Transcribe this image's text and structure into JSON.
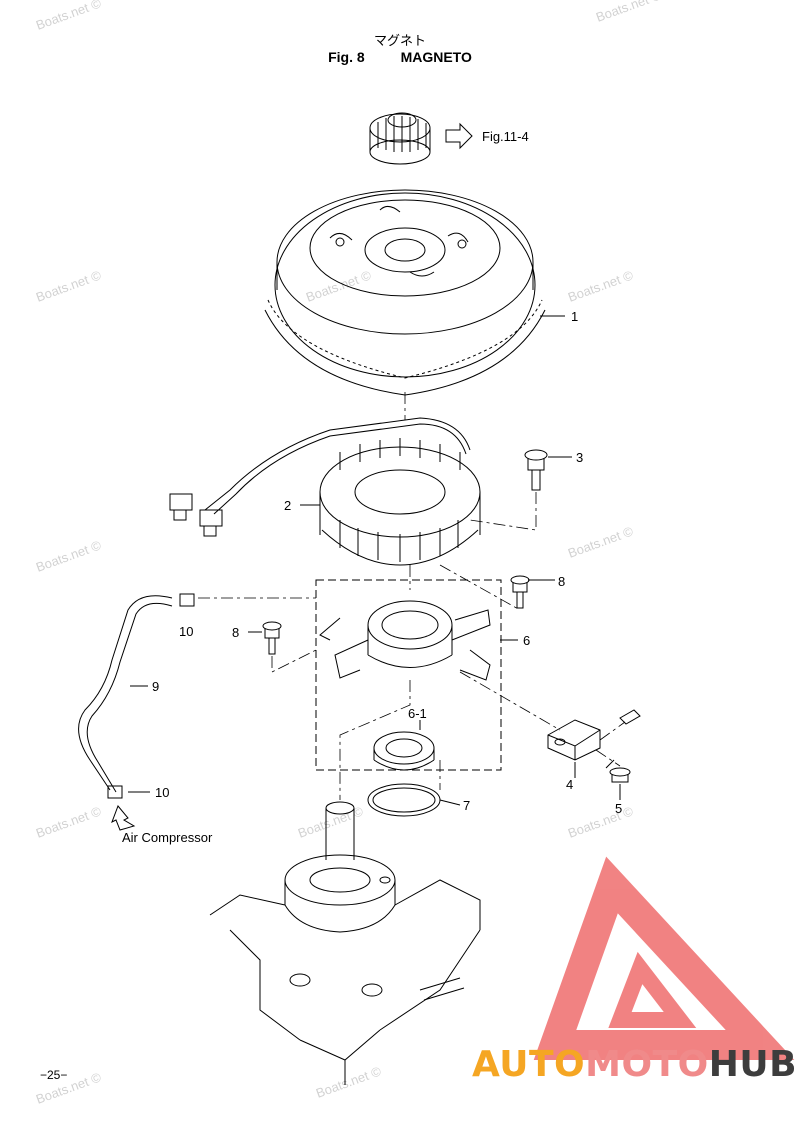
{
  "header": {
    "title_jp": "マグネト",
    "fig_label": "Fig. 8",
    "title_en": "MAGNETO"
  },
  "reference": "Fig.11-4",
  "destination": "Air Compressor",
  "page_number": "−25−",
  "watermark_text": "Boats.net ©",
  "brand": {
    "part1": "AUTO",
    "part2": "MOTO",
    "part3": "HUB",
    "colors": {
      "auto": "#f5a623",
      "moto": "#f08a8a",
      "hub": "#3d3d3d",
      "logo": "#f07575"
    }
  },
  "callouts": [
    "1",
    "2",
    "3",
    "8",
    "10",
    "8",
    "6",
    "9",
    "6-1",
    "4",
    "10",
    "7",
    "5"
  ]
}
